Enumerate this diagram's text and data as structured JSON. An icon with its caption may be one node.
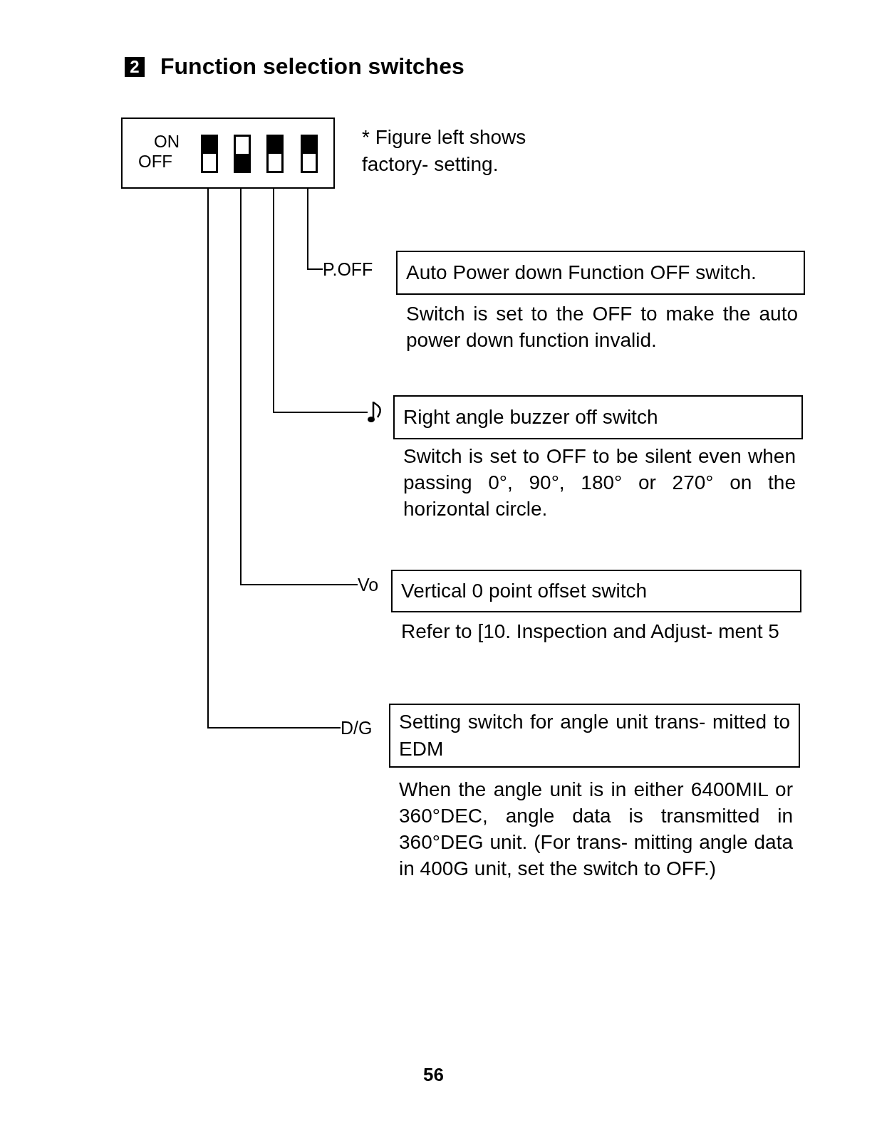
{
  "diagram": {
    "title": "Function selection switches",
    "nodes": [
      {
        "text": [
          "ON",
          "OFF"
        ]
      },
      {
        "text": [],
        "shape": "bar",
        "in": 0
      },
      {
        "text": [],
        "shape": "bar",
        "in": 0
      },
      {
        "text": [],
        "shape": "bar",
        "in": 0
      },
      {
        "text": [],
        "shape": "bar",
        "in": 0
      },
      {
        "text": [
          "P.OFF"
        ]
      },
      {
        "text": [
          "Auto Power down Function OFF switch."
        ],
        "beside": [
          "Switch is set to the OFF to make the auto power down function invalid."
        ]
      },
      {
        "text": [],
        "shape": "picture"
      },
      {
        "text": [
          "Right angle buzzer off switch"
        ],
        "beside": [
          "Switch is set to OFF to be silent even when passing 0°, 90°, 180° or 270° on the horizontal circle."
        ]
      },
      {
        "text": [
          "Vo"
        ]
      },
      {
        "text": [
          "Vertical 0 point offset switch"
        ],
        "beside": [
          "Refer to [10. Inspection and Adjust- ment 5"
        ]
      },
      {
        "text": [
          "D/G"
        ]
      },
      {
        "text": [
          "Setting switch for angle unit trans- mitted to EDM"
        ],
        "beside": [
          "When the angle unit is in either 6400MIL or 360°DEC, angle data is transmitted in 360°DEG unit. (For trans- mitting angle data in 400G unit, set the switch to OFF.)"
        ]
      }
    ],
    "edges": [
      {
        "from": 4,
        "to": 5,
        "arrow": "none"
      },
      {
        "from": 3,
        "to": 7,
        "arrow": "none"
      },
      {
        "from": 2,
        "to": 9,
        "arrow": "none"
      },
      {
        "from": 1,
        "to": 11,
        "arrow": "none"
      }
    ],
    "labels": [
      "2",
      "* Figure left shows factory- setting.",
      "56"
    ]
  }
}
